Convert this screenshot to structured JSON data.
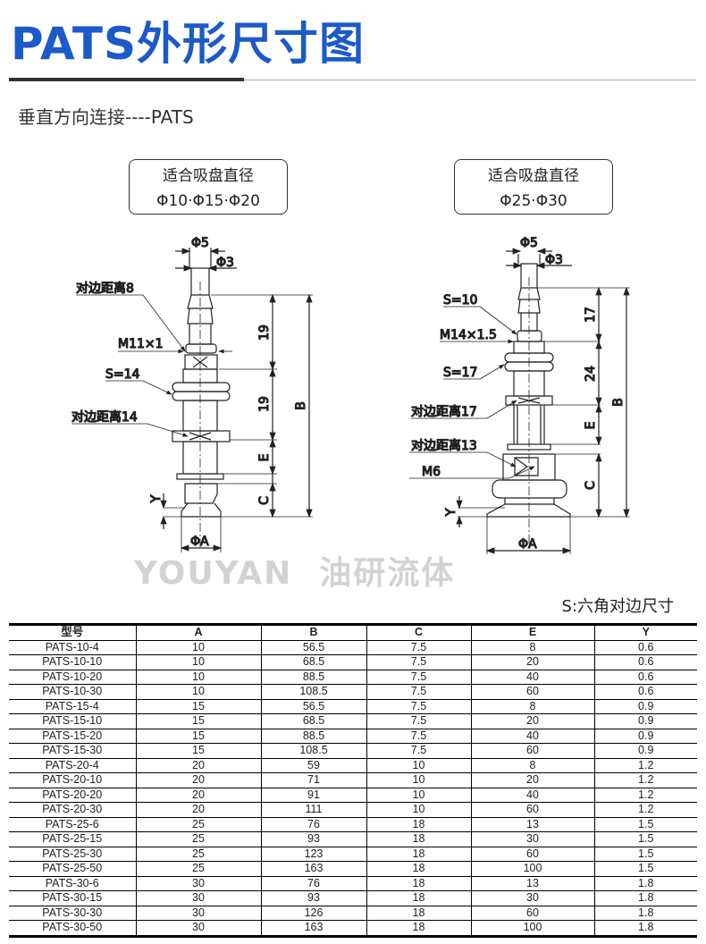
{
  "header": {
    "title": "PATS外形尺寸图",
    "subtitle": "垂直方向连接----PATS"
  },
  "left_drawing": {
    "box_line1": "适合吸盘直径",
    "box_line2": "Φ10·Φ15·Φ20",
    "labels": {
      "phi5": "Φ5",
      "phi3": "Φ3",
      "hex8": "对边距离8",
      "thread": "M11×1",
      "s": "S=14",
      "hex14": "对边距离14",
      "dim1": "19",
      "dim2": "19",
      "e": "E",
      "c": "C",
      "b": "B",
      "y": "Y",
      "phiA": "ΦA"
    }
  },
  "right_drawing": {
    "box_line1": "适合吸盘直径",
    "box_line2": "Φ25·Φ30",
    "labels": {
      "phi5": "Φ5",
      "phi3": "Φ3",
      "s10": "S=10",
      "thread": "M14×1.5",
      "s17": "S=17",
      "hex17": "对边距离17",
      "hex13": "对边距离13",
      "m6": "M6",
      "dim1": "17",
      "dim2": "24",
      "e": "E",
      "c": "C",
      "b": "B",
      "y": "Y",
      "phiA": "ΦA"
    }
  },
  "watermark": {
    "brand": "YOUYAN",
    "cn": "油研流体"
  },
  "note": "S:六角对边尺寸",
  "table": {
    "headers": [
      "型号",
      "A",
      "B",
      "C",
      "E",
      "Y"
    ],
    "rows": [
      [
        "PATS-10-4",
        "10",
        "56.5",
        "7.5",
        "8",
        "0.6"
      ],
      [
        "PATS-10-10",
        "10",
        "68.5",
        "7.5",
        "20",
        "0.6"
      ],
      [
        "PATS-10-20",
        "10",
        "88.5",
        "7.5",
        "40",
        "0.6"
      ],
      [
        "PATS-10-30",
        "10",
        "108.5",
        "7.5",
        "60",
        "0.6"
      ],
      [
        "PATS-15-4",
        "15",
        "56.5",
        "7.5",
        "8",
        "0.9"
      ],
      [
        "PATS-15-10",
        "15",
        "68.5",
        "7.5",
        "20",
        "0.9"
      ],
      [
        "PATS-15-20",
        "15",
        "88.5",
        "7.5",
        "40",
        "0.9"
      ],
      [
        "PATS-15-30",
        "15",
        "108.5",
        "7.5",
        "60",
        "0.9"
      ],
      [
        "PATS-20-4",
        "20",
        "59",
        "10",
        "8",
        "1.2"
      ],
      [
        "PATS-20-10",
        "20",
        "71",
        "10",
        "20",
        "1.2"
      ],
      [
        "PATS-20-20",
        "20",
        "91",
        "10",
        "40",
        "1.2"
      ],
      [
        "PATS-20-30",
        "20",
        "111",
        "10",
        "60",
        "1.2"
      ],
      [
        "PATS-25-6",
        "25",
        "76",
        "18",
        "13",
        "1.5"
      ],
      [
        "PATS-25-15",
        "25",
        "93",
        "18",
        "30",
        "1.5"
      ],
      [
        "PATS-25-30",
        "25",
        "123",
        "18",
        "60",
        "1.5"
      ],
      [
        "PATS-25-50",
        "25",
        "163",
        "18",
        "100",
        "1.5"
      ],
      [
        "PATS-30-6",
        "30",
        "76",
        "18",
        "13",
        "1.8"
      ],
      [
        "PATS-30-15",
        "30",
        "93",
        "18",
        "30",
        "1.8"
      ],
      [
        "PATS-30-30",
        "30",
        "126",
        "18",
        "60",
        "1.8"
      ],
      [
        "PATS-30-50",
        "30",
        "163",
        "18",
        "100",
        "1.8"
      ]
    ]
  }
}
